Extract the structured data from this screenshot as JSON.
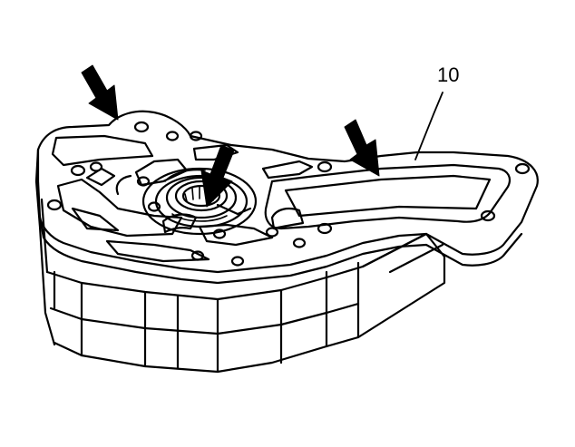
{
  "diagram": {
    "callout": {
      "label": "10"
    },
    "colors": {
      "line": "#000000",
      "fill": "#ffffff"
    },
    "arrows": [
      {
        "name": "arrow-left-area",
        "semantic": "pointer-arrow"
      },
      {
        "name": "arrow-center-seal",
        "semantic": "pointer-arrow"
      },
      {
        "name": "arrow-right-gasket",
        "semantic": "pointer-arrow"
      }
    ]
  }
}
